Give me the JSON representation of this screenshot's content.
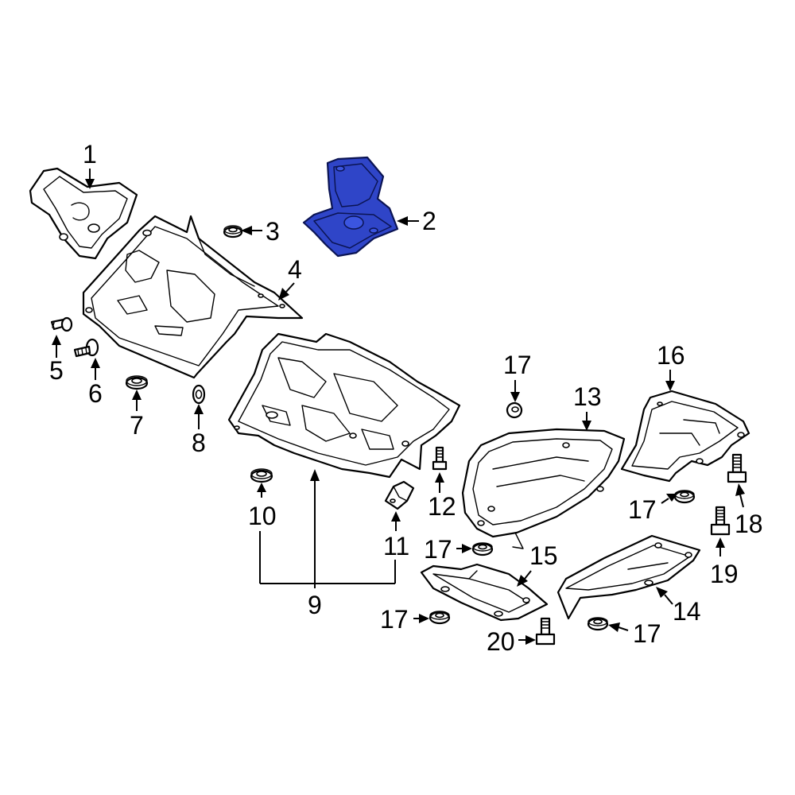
{
  "colors": {
    "highlight": "#2f45c8",
    "line": "#000000",
    "background": "#ffffff"
  },
  "highlighted_part": "2",
  "callouts": [
    {
      "id": "c1",
      "label": "1"
    },
    {
      "id": "c2",
      "label": "2"
    },
    {
      "id": "c3",
      "label": "3"
    },
    {
      "id": "c4",
      "label": "4"
    },
    {
      "id": "c5",
      "label": "5"
    },
    {
      "id": "c6",
      "label": "6"
    },
    {
      "id": "c7",
      "label": "7"
    },
    {
      "id": "c8",
      "label": "8"
    },
    {
      "id": "c9",
      "label": "9"
    },
    {
      "id": "c10",
      "label": "10"
    },
    {
      "id": "c11",
      "label": "11"
    },
    {
      "id": "c12",
      "label": "12"
    },
    {
      "id": "c13",
      "label": "13"
    },
    {
      "id": "c14",
      "label": "14"
    },
    {
      "id": "c15",
      "label": "15"
    },
    {
      "id": "c16",
      "label": "16"
    },
    {
      "id": "c17a",
      "label": "17"
    },
    {
      "id": "c17b",
      "label": "17"
    },
    {
      "id": "c17c",
      "label": "17"
    },
    {
      "id": "c17d",
      "label": "17"
    },
    {
      "id": "c17e",
      "label": "17"
    },
    {
      "id": "c18",
      "label": "18"
    },
    {
      "id": "c19",
      "label": "19"
    },
    {
      "id": "c20",
      "label": "20"
    }
  ]
}
